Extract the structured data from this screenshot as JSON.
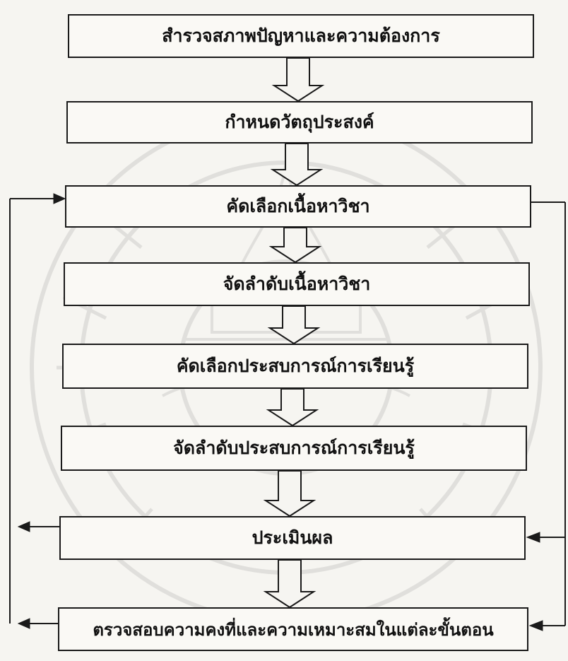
{
  "steps": [
    "สำรวจสภาพปัญหาและความต้องการ",
    "กำหนดวัตถุประสงค์",
    "คัดเลือกเนื้อหาวิชา",
    "จัดลำดับเนื้อหาวิชา",
    "คัดเลือกประสบการณ์การเรียนรู้",
    "จัดลำดับประสบการณ์การเรียนรู้",
    "ประเมินผล",
    "ตรวจสอบความคงที่และความเหมาะสมในแต่ละขั้นตอน"
  ],
  "colors": {
    "line": "#1a1a1a",
    "box_fill": "#faf9f5",
    "paper": "#f6f5f1",
    "watermark": "#6b6b6b"
  },
  "icons": [
    "down-arrow-icon",
    "feedback-arrow-icon",
    "university-seal-watermark"
  ]
}
